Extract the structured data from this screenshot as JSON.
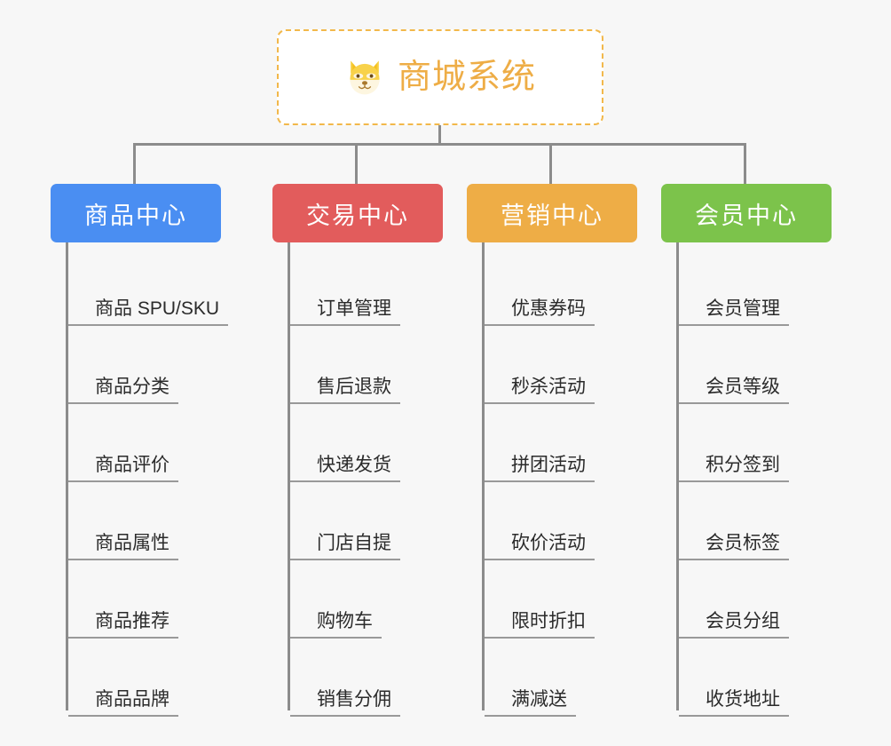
{
  "diagram": {
    "title": "商城系统",
    "root_icon": "dog-face-icon",
    "canvas_bg": "#f7f7f7",
    "root_border_color": "#f2b84b",
    "root_text_color": "#eead46",
    "connector_color": "#8c8c8c",
    "columns": [
      {
        "header": "商品中心",
        "color": "#4a8ef2",
        "items": [
          "商品 SPU/SKU",
          "商品分类",
          "商品评价",
          "商品属性",
          "商品推荐",
          "商品品牌"
        ]
      },
      {
        "header": "交易中心",
        "color": "#e25c5c",
        "items": [
          "订单管理",
          "售后退款",
          "快递发货",
          "门店自提",
          "购物车",
          "销售分佣"
        ]
      },
      {
        "header": "营销中心",
        "color": "#eead46",
        "items": [
          "优惠券码",
          "秒杀活动",
          "拼团活动",
          "砍价活动",
          "限时折扣",
          "满减送"
        ]
      },
      {
        "header": "会员中心",
        "color": "#7cc34b",
        "items": [
          "会员管理",
          "会员等级",
          "积分签到",
          "会员标签",
          "会员分组",
          "收货地址"
        ]
      }
    ]
  }
}
